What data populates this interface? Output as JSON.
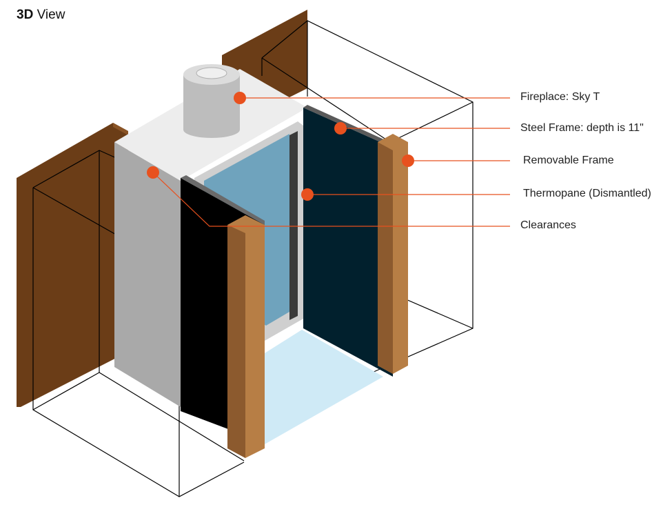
{
  "title": {
    "bold": "3D",
    "rest": " View"
  },
  "callouts": [
    {
      "label": "Fireplace: Sky T"
    },
    {
      "label": "Steel Frame: depth is 11\""
    },
    {
      "label": "Removable Frame"
    },
    {
      "label": "Thermopane (Dismantled)"
    },
    {
      "label": "Clearances"
    }
  ],
  "colors": {
    "wall_wood": "#6b3d17",
    "wall_wood_edge": "#8a5426",
    "fireplace_top": "#ededed",
    "fireplace_side": "#a9a9a9",
    "flue": "#c8c8c8",
    "steel_frame": "#000000",
    "steel_frame_right": "#01202d",
    "glass": "#6fa3bd",
    "removable_frame": "#b77e45",
    "removable_frame_dark": "#8c5a2e",
    "hearth": "#cfeaf6",
    "callout_dot": "#e8511e",
    "callout_line": "#e8511e",
    "clearance_outline": "#000000"
  }
}
